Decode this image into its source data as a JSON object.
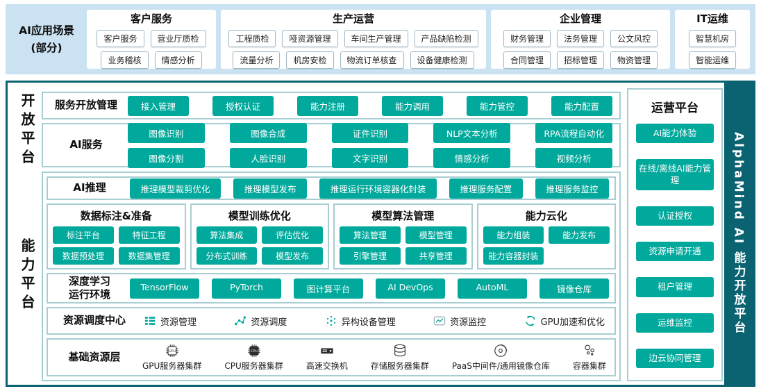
{
  "scenarios": {
    "label_lines": [
      "AI应用场景",
      "(部分)"
    ],
    "groups": [
      {
        "title": "客户服务",
        "rows": [
          [
            "客户服务",
            "营业厅质检"
          ],
          [
            "业务稽核",
            "情感分析"
          ]
        ]
      },
      {
        "title": "生产运营",
        "rows": [
          [
            "工程质检",
            "哑资源管理",
            "车间生产管理",
            "产品缺陷检测"
          ],
          [
            "流量分析",
            "机房安检",
            "物流订单核查",
            "设备健康检测"
          ]
        ]
      },
      {
        "title": "企业管理",
        "rows": [
          [
            "财务管理",
            "法务管理",
            "公文风控"
          ],
          [
            "合同管理",
            "招标管理",
            "物资管理"
          ]
        ]
      },
      {
        "title": "IT运维",
        "rows": [
          [
            "智慧机房"
          ],
          [
            "智能运维"
          ]
        ]
      }
    ]
  },
  "open_platform": {
    "label": "开放平台",
    "service_management": {
      "title": "服务开放管理",
      "buttons": [
        "接入管理",
        "授权认证",
        "能力注册",
        "能力调用",
        "能力管控",
        "能力配置"
      ]
    },
    "ai_services": {
      "title": "AI服务",
      "rows": [
        [
          "图像识别",
          "图像合成",
          "证件识别",
          "NLP文本分析",
          "RPA流程自动化"
        ],
        [
          "图像分割",
          "人脸识别",
          "文字识别",
          "情感分析",
          "视频分析"
        ]
      ]
    }
  },
  "capability_platform": {
    "label": "能力平台",
    "ai_inference": {
      "title": "AI推理",
      "buttons": [
        "推理模型裁剪优化",
        "推理模型发布",
        "推理运行环境容器化封装",
        "推理服务配置",
        "推理服务监控"
      ]
    },
    "columns": [
      {
        "title": "数据标注&准备",
        "buttons": [
          "标注平台",
          "特征工程",
          "数据预处理",
          "数据集管理"
        ]
      },
      {
        "title": "模型训练优化",
        "buttons": [
          "算法集成",
          "评估优化",
          "分布式训练",
          "模型发布"
        ]
      },
      {
        "title": "模型算法管理",
        "buttons": [
          "算法管理",
          "模型管理",
          "引擎管理",
          "共享管理"
        ]
      },
      {
        "title": "能力云化",
        "buttons": [
          "能力组装",
          "能力发布",
          "能力容器封装"
        ]
      }
    ],
    "dl_runtime": {
      "title_lines": [
        "深度学习",
        "运行环境"
      ],
      "buttons": [
        "TensorFlow",
        "PyTorch",
        "图计算平台",
        "AI DevOps",
        "AutoML",
        "镜像仓库"
      ]
    },
    "scheduling": {
      "title": "资源调度中心",
      "items": [
        {
          "icon": "list-icon",
          "label": "资源管理"
        },
        {
          "icon": "topology-icon",
          "label": "资源调度"
        },
        {
          "icon": "heterogeneous-devices-icon",
          "label": "异构设备管理"
        },
        {
          "icon": "monitor-icon",
          "label": "资源监控"
        },
        {
          "icon": "gpu-acceleration-icon",
          "label": "GPU加速和优化"
        }
      ]
    },
    "base_resources": {
      "title": "基础资源层",
      "items": [
        {
          "icon": "gpu-chip-icon",
          "icon_text": "GPU",
          "label": "GPU服务器集群"
        },
        {
          "icon": "cpu-chip-icon",
          "icon_text": "CPU",
          "label": "CPU服务器集群"
        },
        {
          "icon": "switch-icon",
          "label": "高速交换机"
        },
        {
          "icon": "storage-icon",
          "label": "存储服务器集群"
        },
        {
          "icon": "disc-icon",
          "label": "PaaS中间件/通用镜像仓库"
        },
        {
          "icon": "container-cluster-icon",
          "label": "容器集群"
        }
      ]
    }
  },
  "operations": {
    "title": "运营平台",
    "buttons": [
      "AI能力体验",
      "在线/离线AI能力管理",
      "认证授权",
      "资源申请开通",
      "租户管理",
      "运维监控",
      "边云协同管理"
    ]
  },
  "brand": {
    "title": "AlphaMind AI 能力开放平台"
  },
  "colors": {
    "accent_teal": "#00a99c",
    "dark_teal": "#0b6270",
    "band_blue": "#cbe2f2",
    "panel_border": "#a7ced2"
  }
}
